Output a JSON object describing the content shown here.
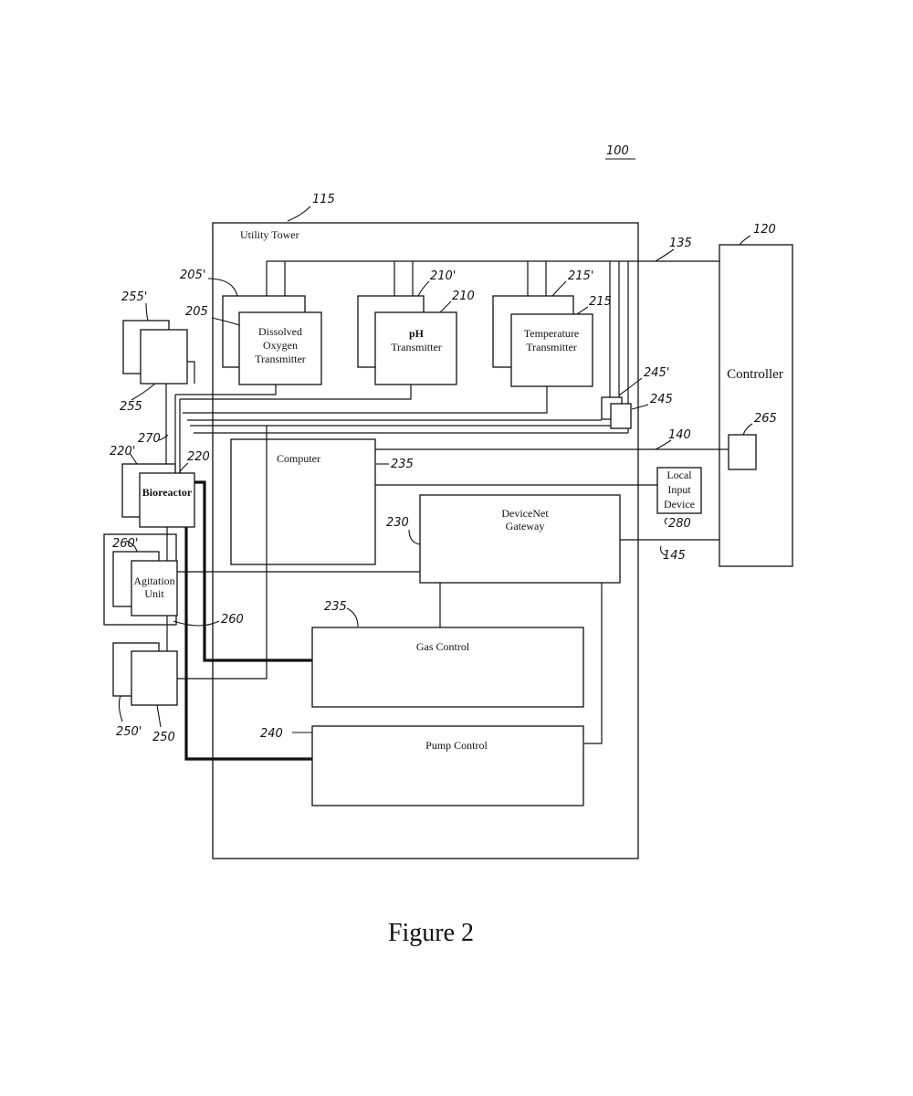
{
  "figure_ref": "100",
  "caption": "Figure 2",
  "utility_tower": {
    "label": "Utility Tower",
    "ref": "115"
  },
  "controller": {
    "label": "Controller",
    "ref": "120",
    "port_ref": "265"
  },
  "transmitters": {
    "do": {
      "lines": [
        "Dissolved",
        "Oxygen",
        "Transmitter"
      ],
      "ref": "205",
      "ref_prime": "205'"
    },
    "ph": {
      "lines": [
        "pH",
        "Transmitter"
      ],
      "ref": "210",
      "ref_prime": "210'"
    },
    "temp": {
      "lines": [
        "Temperature",
        "Transmitter"
      ],
      "ref": "215",
      "ref_prime": "215'"
    }
  },
  "computer": {
    "label": "Computer",
    "ref": "235"
  },
  "devicenet": {
    "lines": [
      "DeviceNet",
      "Gateway"
    ],
    "ref": "230"
  },
  "local_input": {
    "lines": [
      "Local",
      "Input",
      "Device"
    ],
    "ref": "280"
  },
  "gas_control": {
    "label": "Gas Control",
    "ref": "235"
  },
  "pump_control": {
    "label": "Pump Control",
    "ref": "240"
  },
  "bioreactor": {
    "label": "Bioreactor",
    "ref": "220",
    "ref_prime": "220'"
  },
  "agitation": {
    "lines": [
      "Agitation",
      "Unit"
    ],
    "ref": "260",
    "ref_prime": "260'"
  },
  "refs": {
    "sensor_255": "255",
    "sensor_255_prime": "255'",
    "sensor_250": "250",
    "sensor_250_prime": "250'",
    "small_245": "245",
    "small_245_prime": "245'",
    "bus_270": "270",
    "line_135": "135",
    "line_140": "140",
    "line_145": "145"
  }
}
